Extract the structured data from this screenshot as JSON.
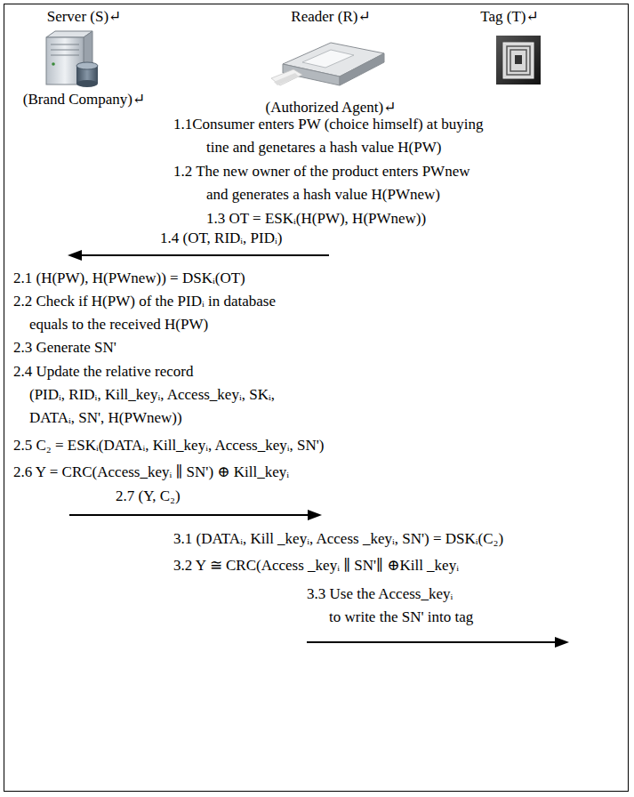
{
  "diagram": {
    "nodes": [
      {
        "text": [
          "Server (S)↵",
          "(Brand Company)↵"
        ]
      },
      {
        "text": [
          "Reader (R)↵",
          "(Authorized Agent)↵"
        ]
      },
      {
        "text": [
          "Tag (T)↵"
        ]
      }
    ],
    "labels": [
      "1.1Consumer enters PW (choice himself) at buying tine and genetares a hash value H(PW)",
      "1.2 The new owner of the product enters PWnew and generates a hash value H(PWnew)",
      "1.3 OT = ESKᵢ(H(PW), H(PWnew))",
      "1.4 (OT, RIDᵢ, PIDᵢ)",
      "2.1 (H(PW), H(PWnew)) = DSKᵢ(OT)",
      "2.2 Check if H(PW) of the PIDᵢ in database equals to the received H(PW)",
      "2.3 Generate SN'",
      "2.4 Update the relative record (PIDᵢ, RIDᵢ, Kill_keyᵢ, Access_keyᵢ, SKᵢ, DATAᵢ, SN', H(PWnew))",
      "2.5 C₂ = ESKᵢ(DATAᵢ, Kill_keyᵢ, Access_keyᵢ, SN')",
      "2.6 Y = CRC(Access_keyᵢ ∥ SN') ⊕ Kill_keyᵢ",
      "2.7 (Y, C₂)",
      "3.1 (DATAᵢ, Kill _keyᵢ, Access _keyᵢ, SN') = DSKᵢ(C₂)",
      "3.2 Y ≅ CRC(Access _keyᵢ ∥ SN'∥ ⊕Kill _keyᵢ",
      "3.3 Use the Access_keyᵢ to write the SN' into tag"
    ]
  }
}
